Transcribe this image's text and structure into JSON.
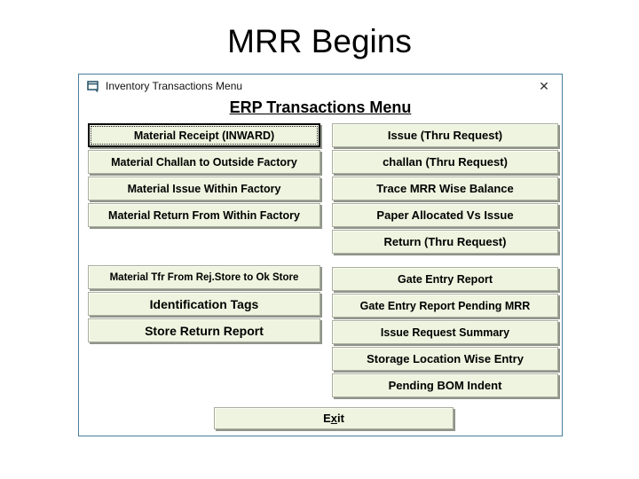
{
  "slide": {
    "title": "MRR Begins"
  },
  "window": {
    "title": "Inventory Transactions Menu",
    "close_icon": "✕"
  },
  "heading": "ERP Transactions Menu",
  "buttons": {
    "left_top": [
      "Material Receipt (INWARD)",
      "Material Challan to Outside Factory",
      "Material Issue Within Factory",
      "Material Return From Within Factory"
    ],
    "right_top": [
      "Issue (Thru Request)",
      "challan (Thru Request)",
      "Trace MRR Wise Balance",
      "Paper Allocated Vs Issue",
      "Return (Thru Request)"
    ],
    "left_bottom": [
      "Material Tfr From Rej.Store to Ok Store",
      "Identification Tags",
      "Store Return Report"
    ],
    "right_bottom": [
      "Gate Entry Report",
      "Gate Entry Report Pending MRR",
      "Issue Request Summary",
      "Storage Location Wise Entry",
      "Pending BOM Indent"
    ],
    "exit": {
      "pre": "E",
      "key": "x",
      "post": "it"
    }
  },
  "colors": {
    "window_border": "#4A7E9B",
    "button_bg": "#EEF4DF",
    "button_shadow": "#8F948A"
  }
}
